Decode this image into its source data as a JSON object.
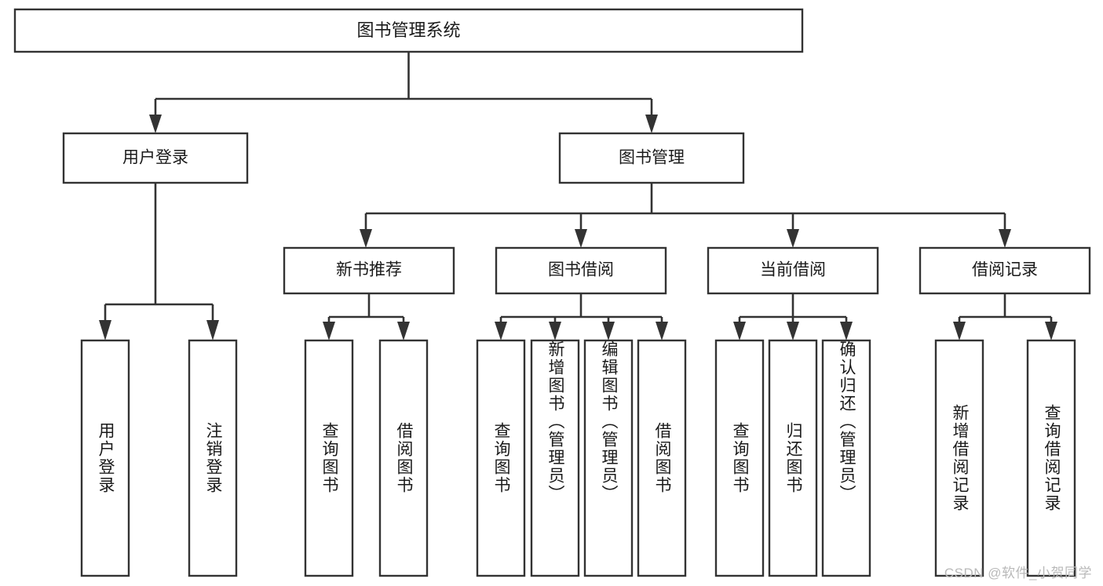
{
  "diagram": {
    "type": "tree",
    "title": "图书管理系统",
    "root": {
      "id": "root",
      "label": "图书管理系统",
      "orientation": "horizontal"
    },
    "level2": [
      {
        "id": "user-login",
        "label": "用户登录",
        "orientation": "horizontal"
      },
      {
        "id": "book-manage",
        "label": "图书管理",
        "orientation": "horizontal"
      }
    ],
    "level3": [
      {
        "id": "new-book-rec",
        "label": "新书推荐",
        "parent": "book-manage",
        "orientation": "horizontal"
      },
      {
        "id": "book-borrow",
        "label": "图书借阅",
        "parent": "book-manage",
        "orientation": "horizontal"
      },
      {
        "id": "current-borrow",
        "label": "当前借阅",
        "parent": "book-manage",
        "orientation": "horizontal"
      },
      {
        "id": "borrow-record",
        "label": "借阅记录",
        "parent": "book-manage",
        "orientation": "horizontal"
      }
    ],
    "leaves": [
      {
        "id": "leaf-user-login",
        "label": "用户登录",
        "parent": "user-login",
        "orientation": "vertical"
      },
      {
        "id": "leaf-logout",
        "label": "注销登录",
        "parent": "user-login",
        "orientation": "vertical"
      },
      {
        "id": "leaf-query-book-1",
        "label": "查询图书",
        "parent": "new-book-rec",
        "orientation": "vertical"
      },
      {
        "id": "leaf-borrow-book-1",
        "label": "借阅图书",
        "parent": "new-book-rec",
        "orientation": "vertical"
      },
      {
        "id": "leaf-query-book-2",
        "label": "查询图书",
        "parent": "book-borrow",
        "orientation": "vertical"
      },
      {
        "id": "leaf-add-book",
        "label": "新增图书（管理员）",
        "parent": "book-borrow",
        "orientation": "vertical"
      },
      {
        "id": "leaf-edit-book",
        "label": "编辑图书（管理员）",
        "parent": "book-borrow",
        "orientation": "vertical"
      },
      {
        "id": "leaf-borrow-book-2",
        "label": "借阅图书",
        "parent": "book-borrow",
        "orientation": "vertical"
      },
      {
        "id": "leaf-query-book-3",
        "label": "查询图书",
        "parent": "current-borrow",
        "orientation": "vertical"
      },
      {
        "id": "leaf-return-book",
        "label": "归还图书",
        "parent": "current-borrow",
        "orientation": "vertical"
      },
      {
        "id": "leaf-confirm-return",
        "label": "确认归还（管理员）",
        "parent": "current-borrow",
        "orientation": "vertical"
      },
      {
        "id": "leaf-add-record",
        "label": "新增借阅记录",
        "parent": "borrow-record",
        "orientation": "vertical"
      },
      {
        "id": "leaf-query-record",
        "label": "查询借阅记录",
        "parent": "borrow-record",
        "orientation": "vertical"
      }
    ],
    "colors": {
      "box_fill": "#ffffff",
      "box_stroke": "#333333",
      "connector": "#333333",
      "text": "#1a1a1a",
      "background": "#ffffff",
      "watermark": "#b9b9b9"
    }
  },
  "watermark": {
    "text": "CSDN @软件_小贺同学"
  }
}
